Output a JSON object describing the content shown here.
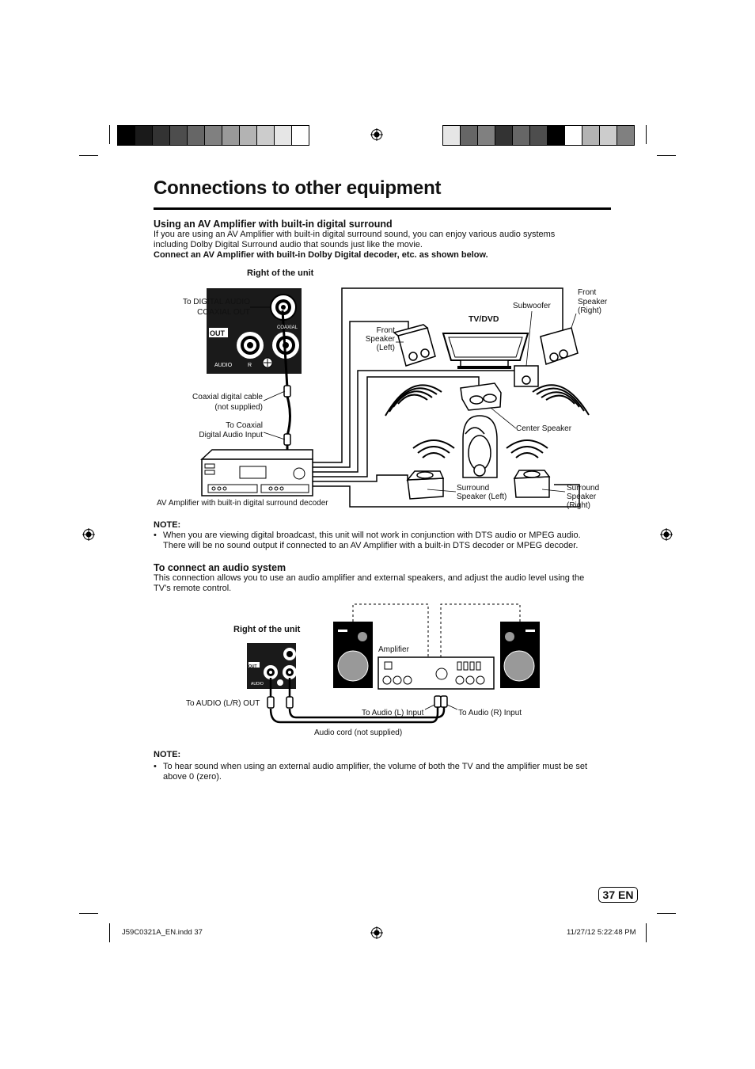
{
  "header": {
    "title": "Connections to other equipment"
  },
  "section1": {
    "heading": "Using an AV Amplifier with built-in digital surround",
    "line1": "If you are using an AV Amplifier with built-in digital surround sound, you can enjoy various audio systems",
    "line2": "including Dolby Digital Surround audio that sounds just like the movie.",
    "bold_line": "Connect an AV Amplifier with built-in Dolby Digital decoder, etc. as shown below."
  },
  "diagram1": {
    "right_of_unit": "Right of the unit",
    "to_digital_audio_1": "To DIGITAL AUDIO",
    "to_digital_audio_2": "COAXIAL OUT",
    "out": "OUT",
    "audio": "AUDIO",
    "r": "R",
    "coaxial": "COAXIAL",
    "coaxial_cable_1": "Coaxial digital cable",
    "coaxial_cable_2": "(not supplied)",
    "to_coaxial_1": "To Coaxial",
    "to_coaxial_2": "Digital Audio Input",
    "amp_caption": "AV Amplifier with built-in digital surround decoder",
    "tv_dvd": "TV/DVD",
    "subwoofer": "Subwoofer",
    "front_right_1": "Front",
    "front_right_2": "Speaker",
    "front_right_3": "(Right)",
    "front_left_1": "Front",
    "front_left_2": "Speaker",
    "front_left_3": "(Left)",
    "center_speaker": "Center Speaker",
    "surround_left_1": "Surround",
    "surround_left_2": "Speaker (Left)",
    "surround_right_1": "Surround",
    "surround_right_2": "Speaker",
    "surround_right_3": "(Right)"
  },
  "note1": {
    "heading": "NOTE:",
    "bullet": "•",
    "line1": "When you are viewing digital broadcast, this unit will not work in conjunction with DTS audio or MPEG audio.",
    "line2": "There will be no sound output if connected to an AV Amplifier with a built-in DTS decoder or MPEG decoder."
  },
  "section2": {
    "heading": "To connect an audio system",
    "line1": "This connection allows you to use an audio amplifier and external speakers, and adjust the audio level using the",
    "line2": "TV’s remote control."
  },
  "diagram2": {
    "right_of_unit": "Right of the unit",
    "amplifier": "Amplifier",
    "out": "OUT",
    "audio": "AUDIO",
    "to_audio_out": "To AUDIO (L/R) OUT",
    "to_audio_l": "To Audio (L) Input",
    "to_audio_r": "To Audio (R) Input",
    "audio_cord": "Audio cord (not supplied)"
  },
  "note2": {
    "heading": "NOTE:",
    "bullet": "•",
    "line1": "To hear sound when using an external audio amplifier, the volume of both the TV and the amplifier must be set",
    "line2": "above 0 (zero)."
  },
  "page": {
    "number": "37 EN"
  },
  "footer": {
    "file": "J59C0321A_EN.indd   37",
    "timestamp": "11/27/12   5:22:48 PM"
  },
  "colors": {
    "left_bar": [
      "#000000",
      "#1a1a1a",
      "#333333",
      "#4d4d4d",
      "#666666",
      "#808080",
      "#999999",
      "#b3b3b3",
      "#cccccc",
      "#e6e6e6",
      "#ffffff"
    ],
    "right_bar": [
      "#e6e6e6",
      "#666666",
      "#808080",
      "#333333",
      "#666666",
      "#4d4d4d",
      "#000000",
      "#ffffff",
      "#b3b3b3",
      "#cccccc",
      "#808080"
    ]
  }
}
